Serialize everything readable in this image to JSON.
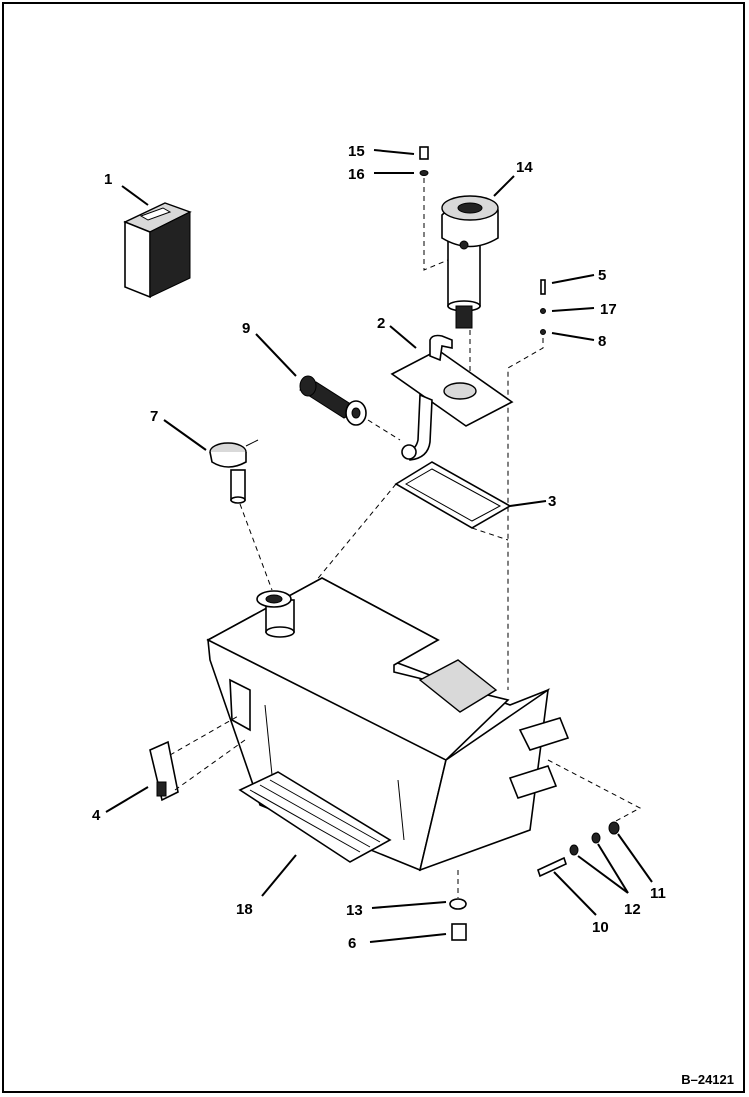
{
  "figure_ref": "B–24121",
  "callouts": [
    {
      "id": "1",
      "label": "1"
    },
    {
      "id": "2",
      "label": "2"
    },
    {
      "id": "3",
      "label": "3"
    },
    {
      "id": "4",
      "label": "4"
    },
    {
      "id": "5",
      "label": "5"
    },
    {
      "id": "6",
      "label": "6"
    },
    {
      "id": "7",
      "label": "7"
    },
    {
      "id": "8",
      "label": "8"
    },
    {
      "id": "9",
      "label": "9"
    },
    {
      "id": "10",
      "label": "10"
    },
    {
      "id": "11",
      "label": "11"
    },
    {
      "id": "12",
      "label": "12"
    },
    {
      "id": "13",
      "label": "13"
    },
    {
      "id": "14",
      "label": "14"
    },
    {
      "id": "15",
      "label": "15"
    },
    {
      "id": "16",
      "label": "16"
    },
    {
      "id": "17",
      "label": "17"
    },
    {
      "id": "18",
      "label": "18"
    }
  ]
}
